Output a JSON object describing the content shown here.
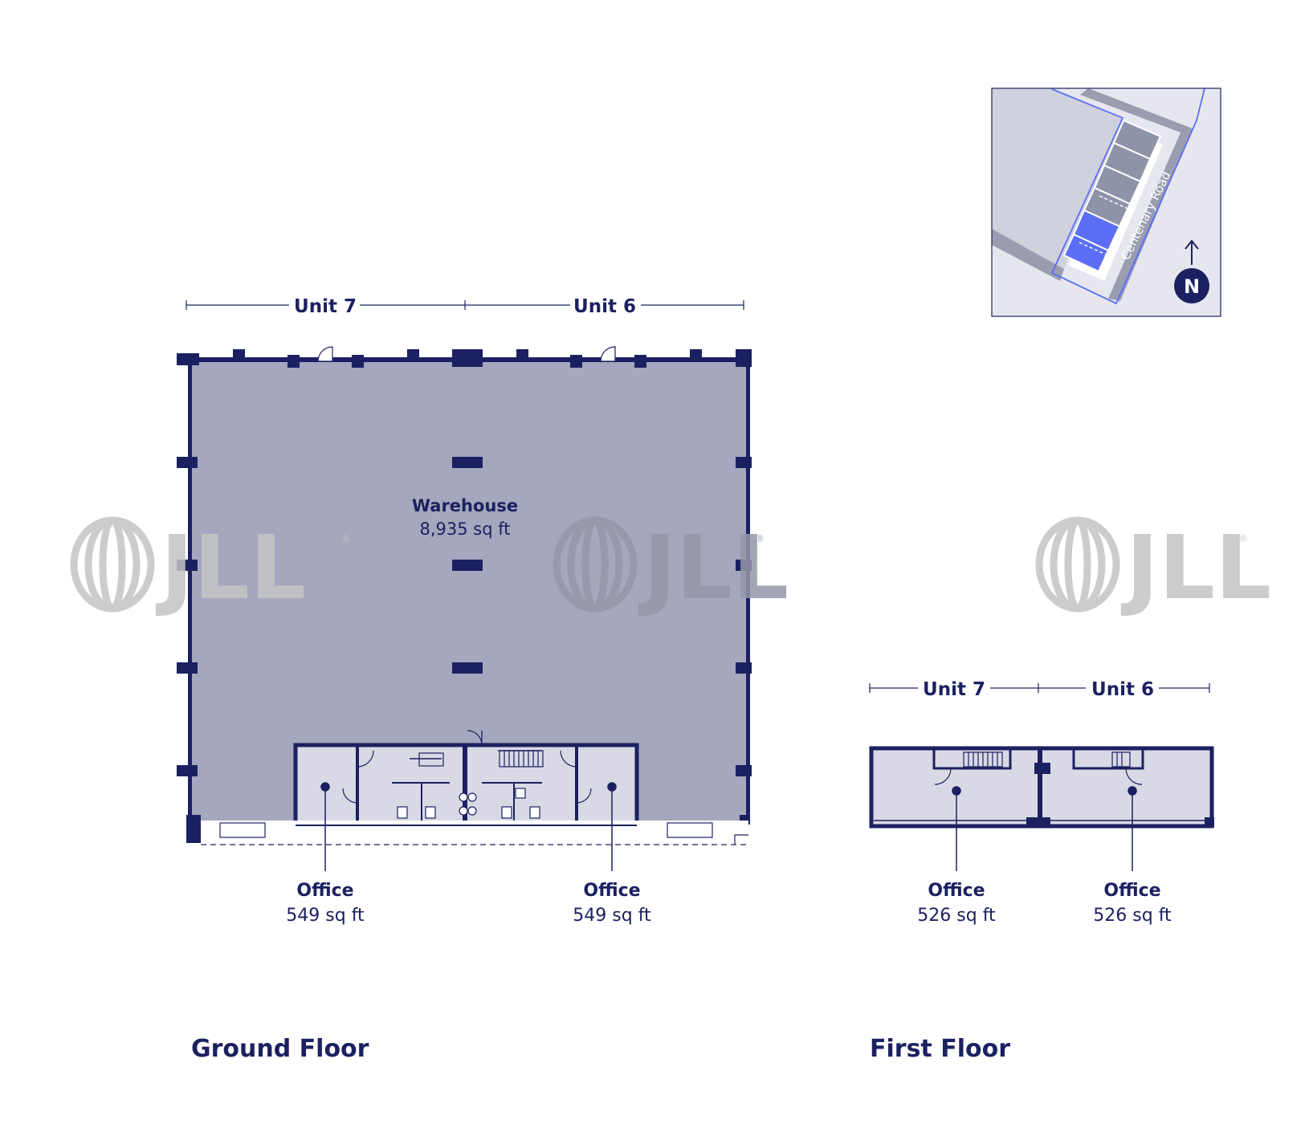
{
  "colors": {
    "navy": "#1b2160",
    "warehouse_fill": "#a4a7bd",
    "office_fill": "#d8d9e4",
    "map_bg": "#e6e7ee",
    "map_block": "#cfd1dc",
    "map_units": "#8f93a8",
    "highlight": "#5b6ef5",
    "watermark": "#c4c4c6"
  },
  "ground_floor": {
    "title": "Ground Floor",
    "unit_left": "Unit 7",
    "unit_right": "Unit 6",
    "warehouse": {
      "name": "Warehouse",
      "area": "8,935 sq ft"
    },
    "office_left": {
      "name": "Office",
      "area": "549 sq ft"
    },
    "office_right": {
      "name": "Office",
      "area": "549 sq ft"
    }
  },
  "first_floor": {
    "title": "First Floor",
    "unit_left": "Unit 7",
    "unit_right": "Unit 6",
    "office_left": {
      "name": "Office",
      "area": "526 sq ft"
    },
    "office_right": {
      "name": "Office",
      "area": "526 sq ft"
    }
  },
  "site_map": {
    "road_label": "Centenary Road",
    "north_label": "N",
    "icons": [
      "north-arrow-icon"
    ]
  },
  "watermark": {
    "text": "JLL",
    "registered": "®"
  }
}
